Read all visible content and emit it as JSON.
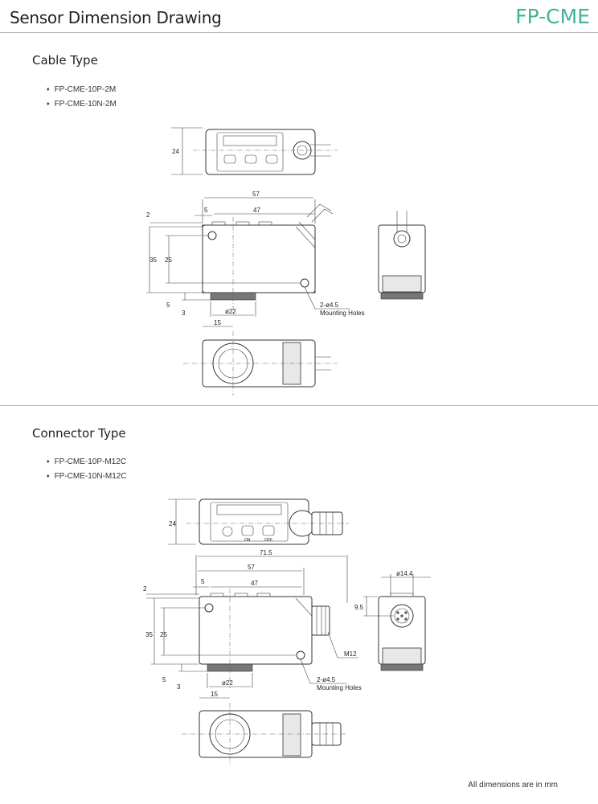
{
  "header": {
    "title": "Sensor Dimension Drawing",
    "brand": "FP-CME"
  },
  "cable": {
    "title": "Cable Type",
    "models": [
      "FP-CME-10P-2M",
      "FP-CME-10N-2M"
    ],
    "dims": {
      "top_height": "24",
      "length": "57",
      "inner": "47",
      "offset": "5",
      "gap": "2",
      "height": "35",
      "mid": "25",
      "bottom": "5",
      "step": "3",
      "dia": "ø22",
      "pos": "15",
      "holes_1": "2-ø4.5",
      "holes_2": "Mounting Holes"
    }
  },
  "connector": {
    "title": "Connector Type",
    "models": [
      "FP-CME-10P-M12C",
      "FP-CME-10N-M12C"
    ],
    "dims": {
      "top_height": "24",
      "btn_on": "ON",
      "btn_off": "OFF",
      "total": "71.5",
      "length": "57",
      "inner": "47",
      "offset": "5",
      "gap": "2",
      "height": "35",
      "mid": "25",
      "bottom": "5",
      "step": "3",
      "dia": "ø22",
      "pos": "15",
      "holes_1": "2-ø4.5",
      "holes_2": "Mounting Holes",
      "thread": "M12",
      "conn_dia": "ø14.4",
      "conn_off": "9.5"
    }
  },
  "footer": {
    "note": "All dimensions are in mm"
  }
}
